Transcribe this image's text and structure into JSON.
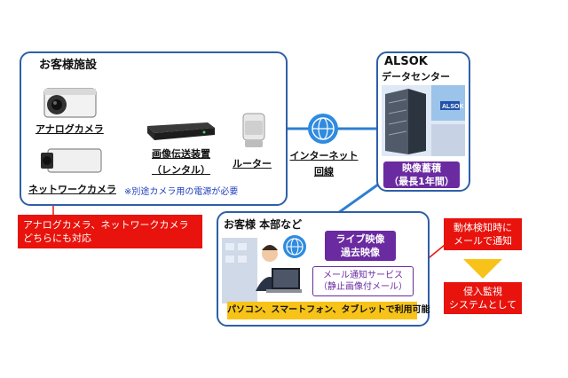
{
  "customer_facility": {
    "title": "お客様施設",
    "analog_camera": "アナログカメラ",
    "network_camera": "ネットワークカメラ",
    "device_name": "画像伝送装置",
    "device_note": "（レンタル）",
    "router": "ルーター",
    "power_note": "※別途カメラ用の電源が必要"
  },
  "internet": {
    "line1": "インターネット",
    "line2": "回線"
  },
  "data_center": {
    "title1": "ALSOK",
    "title2": "データセンター",
    "storage_line1": "映像蓄積",
    "storage_line2": "（最長1年間）",
    "logo_text": "ALSOK"
  },
  "headquarters": {
    "title": "お客様 本部など",
    "live_line1": "ライブ映像",
    "live_line2": "過去映像",
    "mail_line1": "メール通知サービス",
    "mail_line2": "（静止画像付メール）",
    "devices_note": "パソコン、スマートフォン、タブレットで利用可能"
  },
  "callouts": {
    "compat_line1": "アナログカメラ、ネットワークカメラ",
    "compat_line2": "どちらにも対応",
    "detect_line1": "動体検知時に",
    "detect_line2": "メールで通知",
    "intrusion_line1": "侵入監視",
    "intrusion_line2": "システムとして"
  },
  "colors": {
    "frame_blue": "#2e5fa8",
    "purple": "#6a2aa0",
    "red": "#e8130c",
    "yellow": "#f7c318",
    "green_line": "#2bb04a",
    "purple_line": "#7a3fa0"
  }
}
